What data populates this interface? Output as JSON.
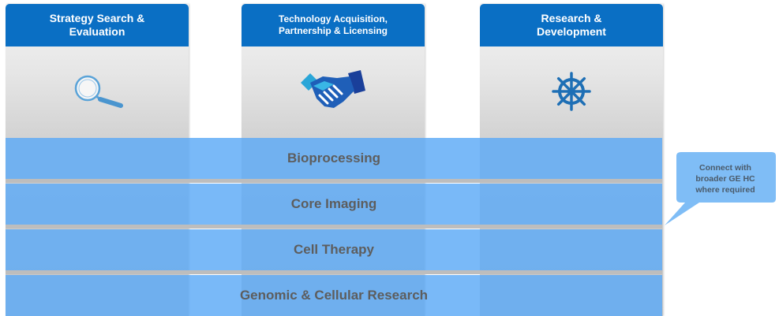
{
  "columns": [
    {
      "title": "Strategy Search &\nEvaluation",
      "icon": "magnifying-glass-icon"
    },
    {
      "title": "Technology Acquisition,\nPartnership & Licensing",
      "icon": "handshake-icon"
    },
    {
      "title": "Research &\nDevelopment",
      "icon": "ship-wheel-icon"
    }
  ],
  "bands": [
    {
      "label": "Bioprocessing"
    },
    {
      "label": "Core Imaging"
    },
    {
      "label": "Cell Therapy"
    },
    {
      "label": "Genomic & Cellular Research"
    }
  ],
  "callout": {
    "text": "Connect with\nbroader GE HC\nwhere required"
  },
  "colors": {
    "header_blue": "#0a6fc4",
    "band_blue": "#5caaf6",
    "callout_blue": "#7fbdf6",
    "label_gray": "#5d5d5d"
  }
}
